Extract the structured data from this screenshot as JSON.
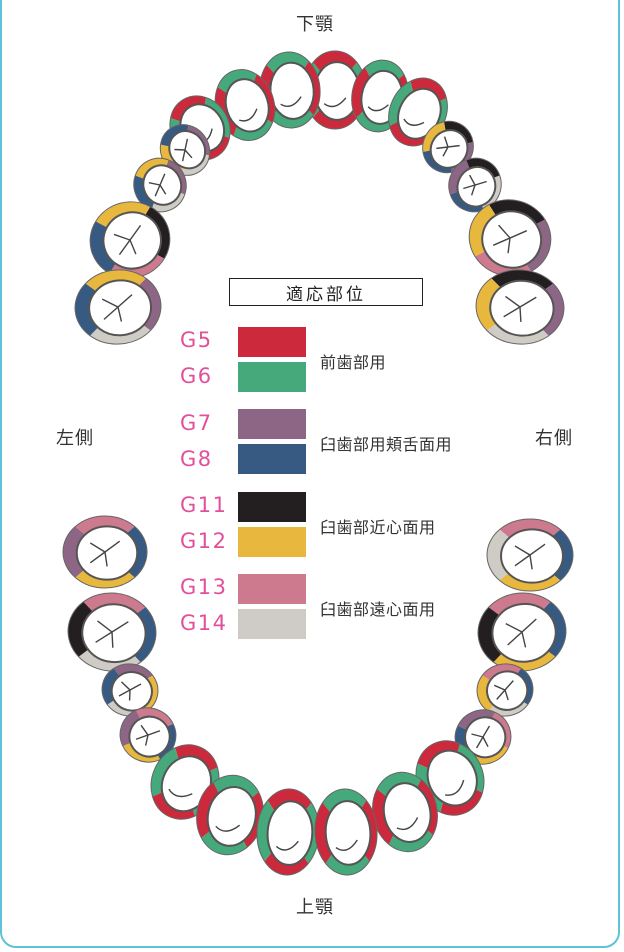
{
  "labels": {
    "top": "下顎",
    "bottom": "上顎",
    "left": "左側",
    "right": "右側",
    "legend_title": "適応部位"
  },
  "legend": [
    {
      "code": "G5",
      "color": "#cc2a3c"
    },
    {
      "code": "G6",
      "color": "#45a97c"
    },
    {
      "code": "G7",
      "color": "#8d6686"
    },
    {
      "code": "G8",
      "color": "#365a82"
    },
    {
      "code": "G11",
      "color": "#231f20"
    },
    {
      "code": "G12",
      "color": "#e8b83e"
    },
    {
      "code": "G13",
      "color": "#cd7a8e"
    },
    {
      "code": "G14",
      "color": "#ceccc4"
    }
  ],
  "group_labels": [
    "前歯部用",
    "臼歯部用頬舌面用",
    "臼歯部近心面用",
    "臼歯部遠心面用"
  ],
  "colors": {
    "code_text": "#e1509a",
    "frame": "#5ec3d6",
    "tooth_outline": "#555555"
  }
}
